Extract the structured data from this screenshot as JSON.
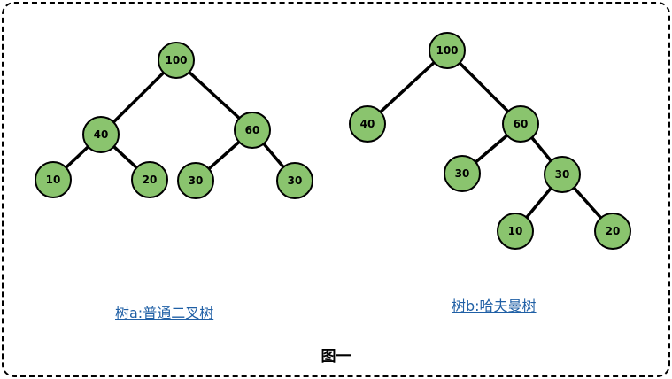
{
  "tree_a": {
    "caption": "树a:普通二叉树",
    "nodes": [
      {
        "id": "a-root",
        "label": "100"
      },
      {
        "id": "a-40",
        "label": "40"
      },
      {
        "id": "a-60",
        "label": "60"
      },
      {
        "id": "a-10",
        "label": "10"
      },
      {
        "id": "a-20",
        "label": "20"
      },
      {
        "id": "a-30-left",
        "label": "30"
      },
      {
        "id": "a-30-right",
        "label": "30"
      }
    ],
    "edges": [
      [
        "a-root",
        "a-40"
      ],
      [
        "a-root",
        "a-60"
      ],
      [
        "a-40",
        "a-10"
      ],
      [
        "a-40",
        "a-20"
      ],
      [
        "a-60",
        "a-30-left"
      ],
      [
        "a-60",
        "a-30-right"
      ]
    ]
  },
  "tree_b": {
    "caption": "树b:哈夫曼树",
    "nodes": [
      {
        "id": "b-root",
        "label": "100"
      },
      {
        "id": "b-40",
        "label": "40"
      },
      {
        "id": "b-60",
        "label": "60"
      },
      {
        "id": "b-30-leaf",
        "label": "30"
      },
      {
        "id": "b-30-inner",
        "label": "30"
      },
      {
        "id": "b-10",
        "label": "10"
      },
      {
        "id": "b-20",
        "label": "20"
      }
    ],
    "edges": [
      [
        "b-root",
        "b-40"
      ],
      [
        "b-root",
        "b-60"
      ],
      [
        "b-60",
        "b-30-leaf"
      ],
      [
        "b-60",
        "b-30-inner"
      ],
      [
        "b-30-inner",
        "b-10"
      ],
      [
        "b-30-inner",
        "b-20"
      ]
    ]
  },
  "figure_title": "图一",
  "colors": {
    "node_fill": "#8ac46e",
    "caption": "#1f5fa5"
  }
}
